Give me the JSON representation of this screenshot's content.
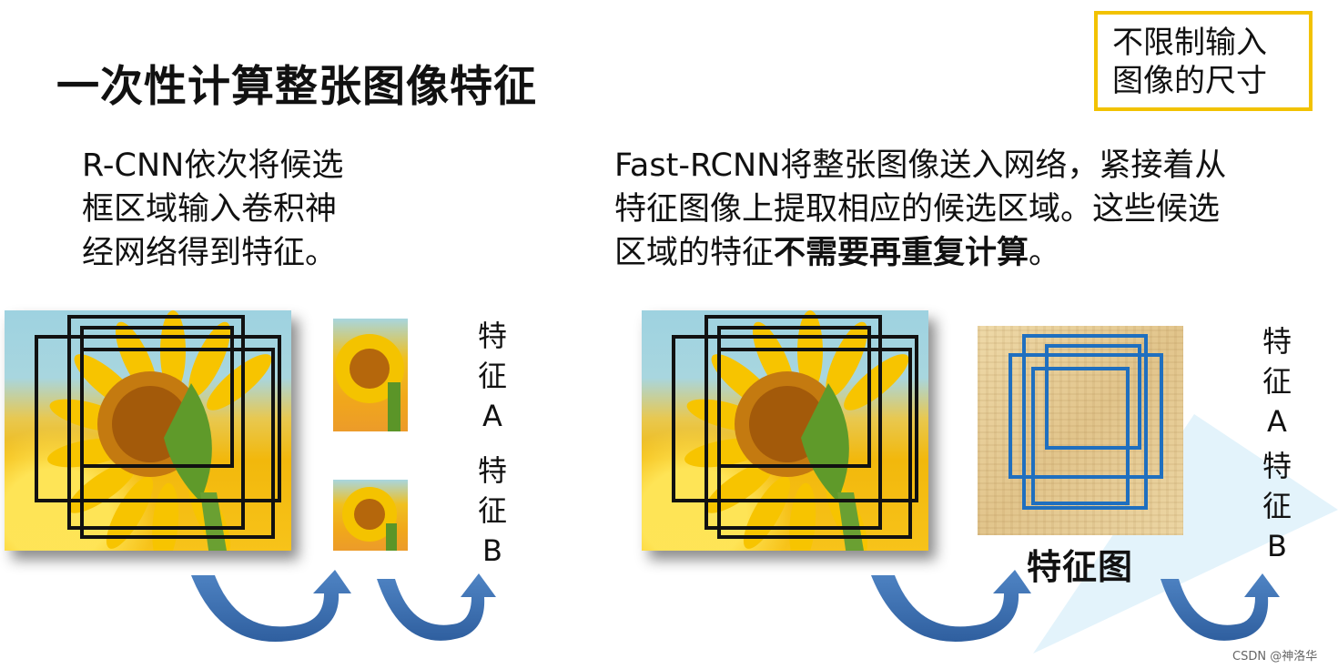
{
  "title": "一次性计算整张图像特征",
  "note": [
    "不限制输入",
    "图像的尺寸"
  ],
  "left_text": [
    "R-CNN依次将候选",
    "框区域输入卷积神",
    "经网络得到特征。"
  ],
  "right_text": {
    "line1": "Fast-RCNN将整张图像送入网络，紧接着从",
    "line2": "特征图像上提取相应的候选区域。这些候选",
    "line3_prefix": "区域的特征",
    "line3_bold": "不需要再重复计算",
    "line3_suffix": "。"
  },
  "left_feature_a": [
    "特",
    "征",
    "A"
  ],
  "left_feature_b": [
    "特",
    "征",
    "B"
  ],
  "right_feature_a": [
    "特",
    "征",
    "A"
  ],
  "right_feature_b": [
    "特",
    "征",
    "B"
  ],
  "feature_map_label": "特征图",
  "watermark": "CSDN @神洛华",
  "colors": {
    "box_border": "#f2c200",
    "proposal_box": "#111111",
    "feature_box": "#1f6fbf",
    "arrow": "#3f6fb3",
    "light_triangle": "#e3f3fb"
  }
}
